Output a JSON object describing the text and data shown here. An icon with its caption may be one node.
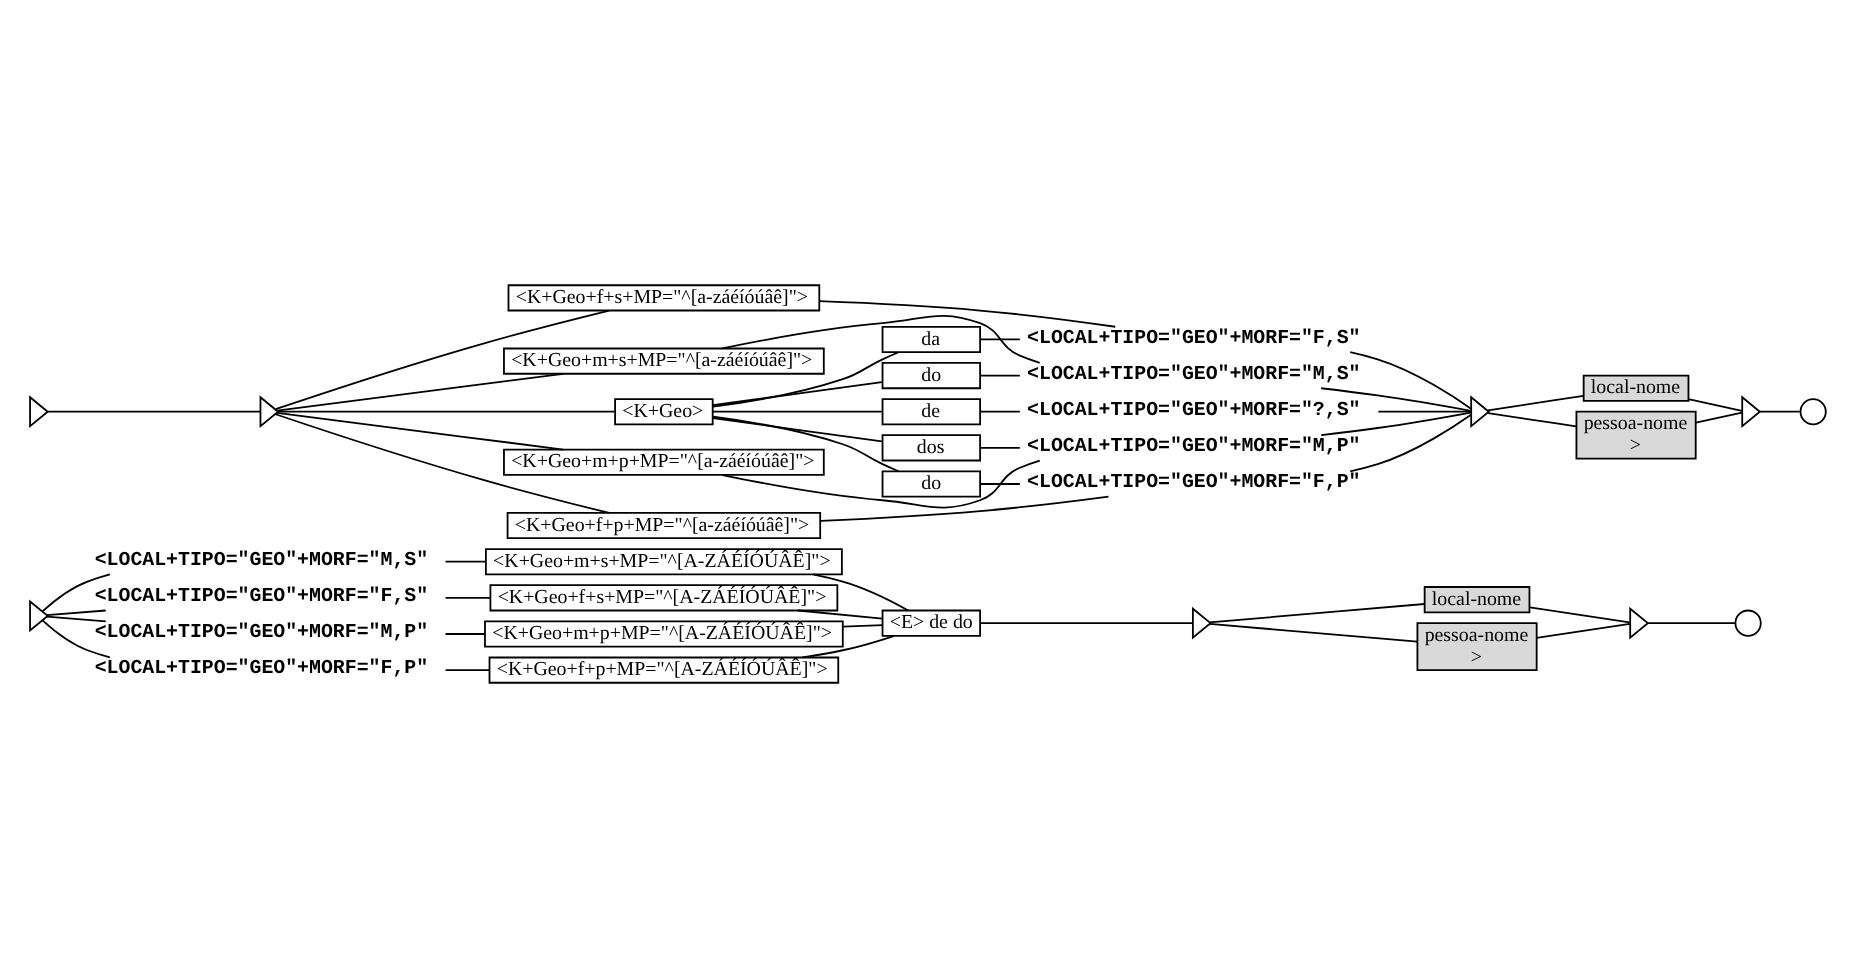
{
  "diagram": {
    "nodes": [
      {
        "text": [],
        "shape": "triangle"
      },
      {
        "text": [
          "<LOCAL+TIPO=\"GEO\"+MORF=\"M,S\""
        ]
      },
      {
        "text": [
          "<LOCAL+TIPO=\"GEO\"+MORF=\"F,S\""
        ]
      },
      {
        "text": [
          "<LOCAL+TIPO=\"GEO\"+MORF=\"M,P\""
        ]
      },
      {
        "text": [
          "<LOCAL+TIPO=\"GEO\"+MORF=\"F,P\""
        ]
      },
      {
        "text": [
          "<K+Geo+m+s+MP=\"^[A-ZÁÉÍÓÚÂÊ]\">"
        ]
      },
      {
        "text": [
          "<K+Geo+f+s+MP=\"^[A-ZÁÉÍÓÚÂÊ]\">"
        ]
      },
      {
        "text": [
          "<K+Geo+m+p+MP=\"^[A-ZÁÉÍÓÚÂÊ]\">"
        ]
      },
      {
        "text": [
          "<K+Geo+f+p+MP=\"^[A-ZÁÉÍÓÚÂÊ]\">"
        ]
      },
      {
        "text": [
          "<E> de do"
        ]
      },
      {
        "text": [],
        "shape": "triangle"
      },
      {
        "text": [
          "local-nome"
        ]
      },
      {
        "text": [
          "pessoa-nome",
          ">"
        ]
      },
      {
        "text": [],
        "shape": "triangle"
      },
      {
        "text": [],
        "shape": "circle"
      },
      {
        "text": [],
        "shape": "triangle"
      },
      {
        "text": [],
        "shape": "triangle"
      },
      {
        "text": [
          "<K+Geo+m+s+MP=\"^[a-záéíóúâê]\">"
        ]
      },
      {
        "text": [
          "<K+Geo+f+s+MP=\"^[a-záéíóúâê]\">"
        ]
      },
      {
        "text": [
          "<K+Geo>"
        ]
      },
      {
        "text": [
          "do"
        ]
      },
      {
        "text": [
          "da"
        ]
      },
      {
        "text": [
          "de"
        ]
      },
      {
        "text": [
          "dos"
        ]
      },
      {
        "text": [
          "do"
        ]
      },
      {
        "text": [
          "<K+Geo+m+p+MP=\"^[a-záéíóúâê]\">"
        ]
      },
      {
        "text": [
          "<K+Geo+f+p+MP=\"^[a-záéíóúâê]\">"
        ]
      },
      {
        "text": [
          "<LOCAL+TIPO=\"GEO\"+MORF=\"M,S\""
        ]
      },
      {
        "text": [
          "<LOCAL+TIPO=\"GEO\"+MORF=\"F,S\""
        ]
      },
      {
        "text": [
          "<LOCAL+TIPO=\"GEO\"+MORF=\"?,S\""
        ]
      },
      {
        "text": [
          "<LOCAL+TIPO=\"GEO\"+MORF=\"M,P\""
        ]
      },
      {
        "text": [
          "<LOCAL+TIPO=\"GEO\"+MORF=\"F,P\""
        ]
      },
      {
        "text": [],
        "shape": "triangle"
      },
      {
        "text": [
          "local-nome"
        ]
      },
      {
        "text": [
          "pessoa-nome",
          ">"
        ]
      },
      {
        "text": [],
        "shape": "triangle"
      },
      {
        "text": [],
        "shape": "circle"
      }
    ],
    "edges": [
      {
        "from": 0,
        "to": 1,
        "arrow": "none"
      },
      {
        "from": 0,
        "to": 2,
        "arrow": "none"
      },
      {
        "from": 0,
        "to": 3,
        "arrow": "none"
      },
      {
        "from": 0,
        "to": 4,
        "arrow": "none"
      },
      {
        "from": 1,
        "to": 5,
        "arrow": "none"
      },
      {
        "from": 2,
        "to": 6,
        "arrow": "none"
      },
      {
        "from": 3,
        "to": 7,
        "arrow": "none"
      },
      {
        "from": 4,
        "to": 8,
        "arrow": "none"
      },
      {
        "from": 5,
        "to": 9,
        "arrow": "none"
      },
      {
        "from": 6,
        "to": 9,
        "arrow": "none"
      },
      {
        "from": 7,
        "to": 9,
        "arrow": "none"
      },
      {
        "from": 8,
        "to": 9,
        "arrow": "none"
      },
      {
        "from": 9,
        "to": 10,
        "arrow": "none"
      },
      {
        "from": 10,
        "to": 11,
        "arrow": "none"
      },
      {
        "from": 10,
        "to": 12,
        "arrow": "none"
      },
      {
        "from": 11,
        "to": 13,
        "arrow": "none"
      },
      {
        "from": 12,
        "to": 13,
        "arrow": "none"
      },
      {
        "from": 13,
        "to": 14,
        "arrow": "none"
      },
      {
        "from": 15,
        "to": 16,
        "arrow": "none"
      },
      {
        "from": 16,
        "to": 17,
        "arrow": "none"
      },
      {
        "from": 16,
        "to": 18,
        "arrow": "none"
      },
      {
        "from": 16,
        "to": 19,
        "arrow": "none"
      },
      {
        "from": 16,
        "to": 25,
        "arrow": "none"
      },
      {
        "from": 16,
        "to": 26,
        "arrow": "none"
      },
      {
        "from": 19,
        "to": 20,
        "arrow": "none"
      },
      {
        "from": 19,
        "to": 21,
        "arrow": "none"
      },
      {
        "from": 19,
        "to": 22,
        "arrow": "none"
      },
      {
        "from": 19,
        "to": 23,
        "arrow": "none"
      },
      {
        "from": 19,
        "to": 24,
        "arrow": "none"
      },
      {
        "from": 20,
        "to": 27,
        "arrow": "none"
      },
      {
        "from": 21,
        "to": 28,
        "arrow": "none"
      },
      {
        "from": 22,
        "to": 29,
        "arrow": "none"
      },
      {
        "from": 23,
        "to": 30,
        "arrow": "none"
      },
      {
        "from": 24,
        "to": 31,
        "arrow": "none"
      },
      {
        "from": 17,
        "to": 27,
        "arrow": "none"
      },
      {
        "from": 18,
        "to": 28,
        "arrow": "none"
      },
      {
        "from": 25,
        "to": 30,
        "arrow": "none"
      },
      {
        "from": 26,
        "to": 31,
        "arrow": "none"
      },
      {
        "from": 27,
        "to": 32,
        "arrow": "none"
      },
      {
        "from": 28,
        "to": 32,
        "arrow": "none"
      },
      {
        "from": 29,
        "to": 32,
        "arrow": "none"
      },
      {
        "from": 30,
        "to": 32,
        "arrow": "none"
      },
      {
        "from": 31,
        "to": 32,
        "arrow": "none"
      },
      {
        "from": 32,
        "to": 33,
        "arrow": "none"
      },
      {
        "from": 32,
        "to": 34,
        "arrow": "none"
      },
      {
        "from": 33,
        "to": 35,
        "arrow": "none"
      },
      {
        "from": 34,
        "to": 35,
        "arrow": "none"
      },
      {
        "from": 35,
        "to": 36,
        "arrow": "none"
      }
    ]
  }
}
